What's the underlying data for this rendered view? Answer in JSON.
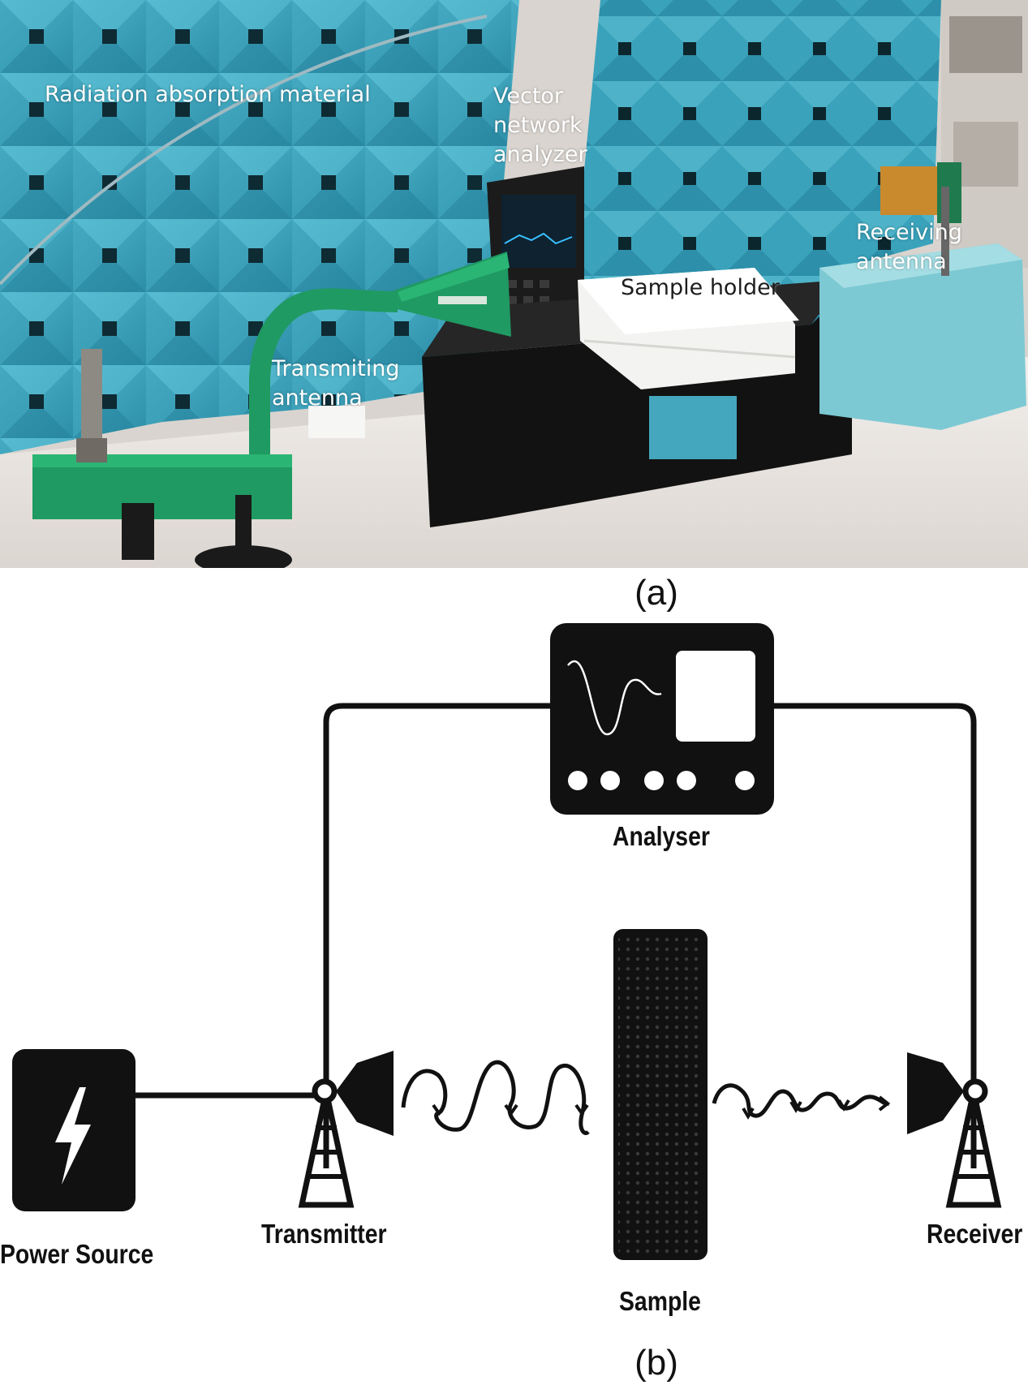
{
  "panel_a": {
    "caption": "(a)",
    "labels": {
      "absorber": "Radiation absorption material",
      "vna": [
        "Vector",
        "network",
        "analyzer"
      ],
      "receiving": [
        "Receiving",
        "antenna"
      ],
      "sample_holder": "Sample holder",
      "transmitting": [
        "Transmiting",
        "antenna"
      ]
    },
    "colors": {
      "absorber": "#3fa6bf",
      "antenna_green": "#1f9a62",
      "table": "#ece8e4",
      "box": "#121212",
      "receiver_base": "#7cc9d3"
    }
  },
  "panel_b": {
    "caption": "(b)",
    "labels": {
      "analyser": "Analyser",
      "power_source": "Power Source",
      "transmitter": "Transmitter",
      "receiver": "Receiver",
      "sample": "Sample"
    },
    "icons": [
      "analyser-icon",
      "lightning-bolt-icon",
      "transmitter-tower-icon",
      "receiver-tower-icon",
      "horn-antenna-icon",
      "wave-icon",
      "sample-grid-icon"
    ],
    "colors": {
      "ink": "#111111",
      "white": "#ffffff"
    }
  }
}
